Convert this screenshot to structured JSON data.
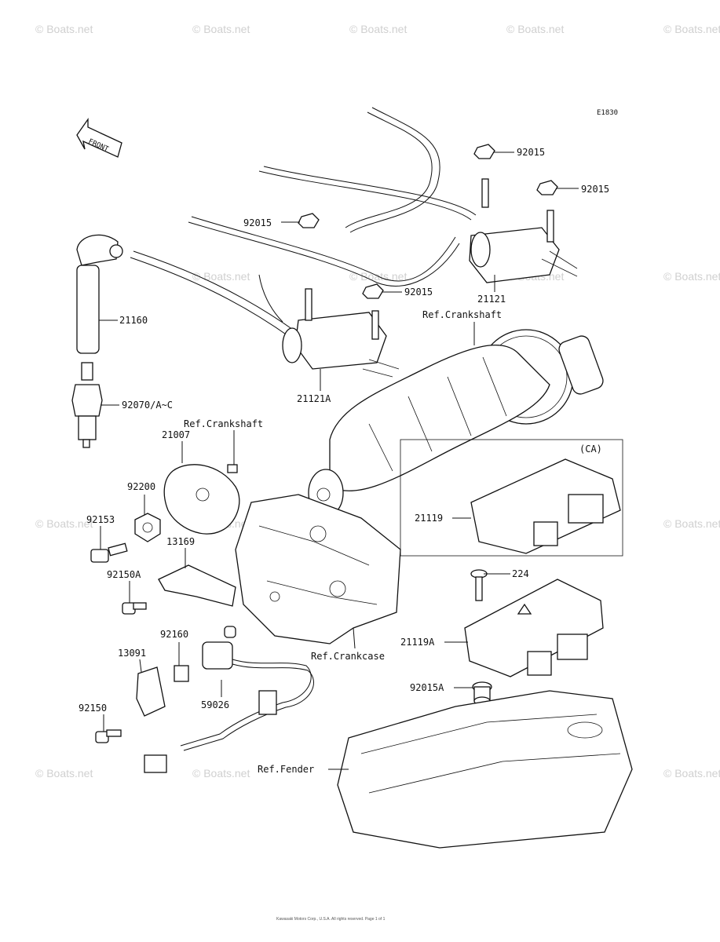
{
  "diagram_code": "E1830",
  "front_label": "FRONT",
  "watermark": "© Boats.net",
  "footer": "Kawasaki Motors Corp., U.S.A. All rights reserved. Page 1 of 1",
  "labels": {
    "p92015_a": "92015",
    "p92015_b": "92015",
    "p92015_c": "92015",
    "p92015_d": "92015",
    "p21160": "21160",
    "p92070": "92070/A~C",
    "p21121": "21121",
    "p21121a": "21121A",
    "ref_crank_1": "Ref.Crankshaft",
    "ref_crank_2": "Ref.Crankshaft",
    "p21007": "21007",
    "p92200": "92200",
    "p92153": "92153",
    "p13169": "13169",
    "p92150a": "92150A",
    "ca": "(CA)",
    "p21119": "21119",
    "p224": "224",
    "p21119a": "21119A",
    "p92160": "92160",
    "p13091": "13091",
    "ref_crankcase": "Ref.Crankcase",
    "p59026": "59026",
    "p92150": "92150",
    "p92015a": "92015A",
    "ref_fender": "Ref.Fender"
  }
}
